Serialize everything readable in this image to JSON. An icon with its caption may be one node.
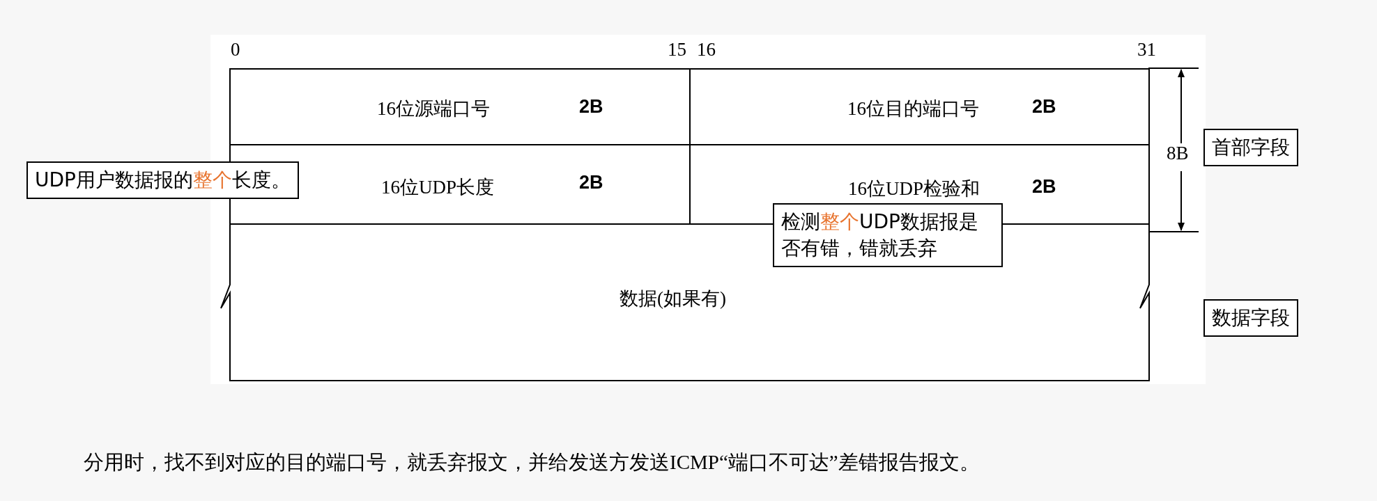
{
  "diagram": {
    "caption": "分用时，找不到对应的目的端口号，就丢弃报文，并给发送方发送ICMP“端口不可达”差错报告报文。",
    "nodes": [
      {
        "text": [
          "16位源端口号",
          "2B"
        ]
      },
      {
        "text": [
          "16位目的端口号",
          "2B"
        ]
      },
      {
        "text": [
          "16位UDP长度",
          "2B"
        ]
      },
      {
        "text": [
          "16位UDP检验和",
          "2B"
        ]
      },
      {
        "text": [
          "数据(如果有)"
        ]
      },
      {
        "text": [
          "UDP用户数据报的**整个**长度。"
        ]
      },
      {
        "text": [
          "检测**整个**UDP数据报是否有错，错就丢弃"
        ]
      },
      {
        "text": [
          "首部字段"
        ]
      },
      {
        "text": [
          "数据字段"
        ]
      }
    ],
    "edges": [],
    "labels": [
      "0",
      "15",
      "16",
      "31",
      "8B"
    ]
  }
}
